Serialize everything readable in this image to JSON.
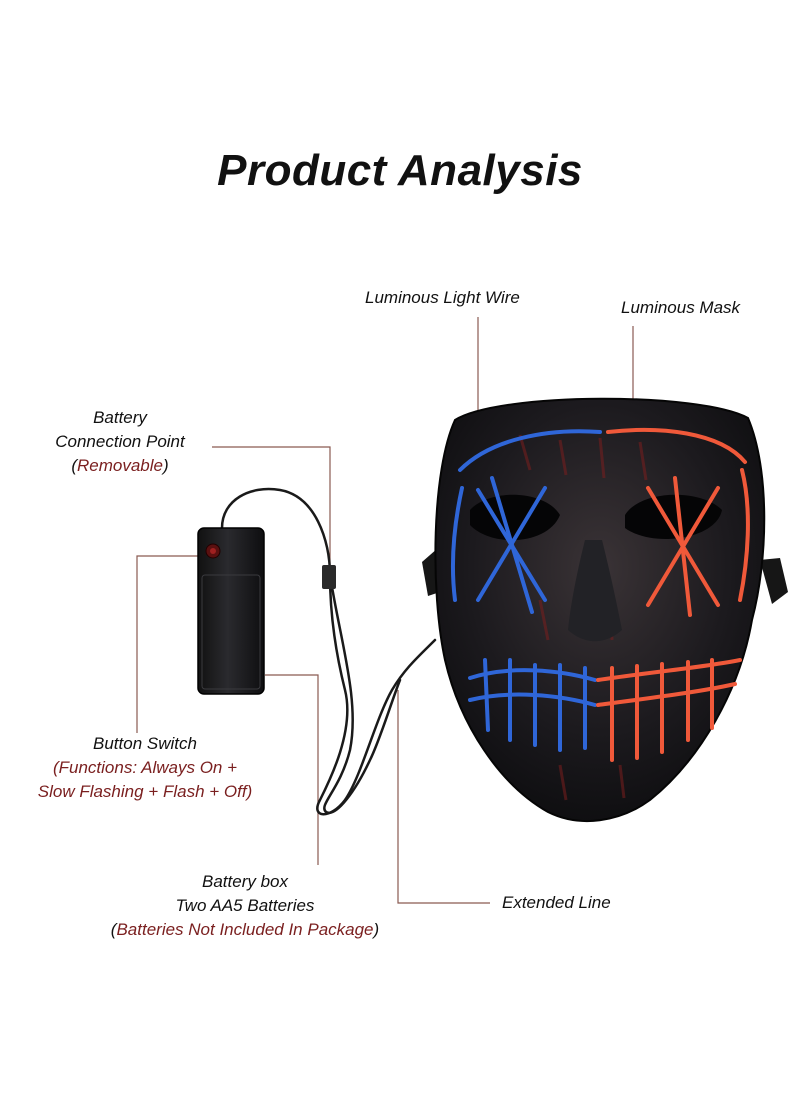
{
  "title": "Product Analysis",
  "labels": {
    "light_wire": "Luminous Light Wire",
    "mask": "Luminous Mask",
    "battery_connection": {
      "line1": "Battery",
      "line2": "Connection Point",
      "line3_open": "(",
      "line3_text": "Removable",
      "line3_close": ")"
    },
    "button_switch": {
      "line1": "Button Switch",
      "line2": "(Functions: Always On +",
      "line3": "Slow Flashing + Flash + Off)"
    },
    "battery_box": {
      "line1": "Battery box",
      "line2": "Two AA5 Batteries",
      "line3_open": "(",
      "line3_text": "Batteries Not Included In Package",
      "line3_close": ")"
    },
    "extended_line": "Extended Line"
  },
  "colors": {
    "leader_line": "#8a5a52",
    "wire_blue": "#2f66d8",
    "wire_red": "#f0593a",
    "mask_body": "#1a1a1e",
    "accent_text": "#7a1f1f"
  }
}
